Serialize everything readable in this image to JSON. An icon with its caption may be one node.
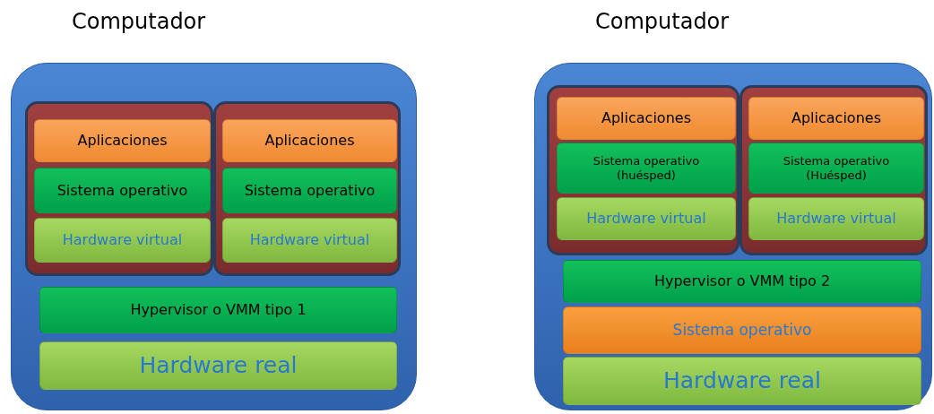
{
  "diagram": {
    "nodes": [
      {
        "text": [
          "Computador"
        ]
      },
      {
        "text": [],
        "shape": "box",
        "in": 0
      },
      {
        "text": [
          "Aplicaciones"
        ],
        "in": 1
      },
      {
        "text": [
          "Sistema operativo"
        ],
        "in": 1
      },
      {
        "text": [
          "Hardware virtual"
        ],
        "in": 1
      },
      {
        "text": [],
        "shape": "box",
        "in": 0
      },
      {
        "text": [
          "Aplicaciones"
        ],
        "in": 5
      },
      {
        "text": [
          "Sistema operativo"
        ],
        "in": 5
      },
      {
        "text": [
          "Hardware virtual"
        ],
        "in": 5
      },
      {
        "text": [
          "Hypervisor o VMM tipo 1"
        ],
        "in": 0
      },
      {
        "text": [
          "Hardware real"
        ],
        "in": 0
      },
      {
        "text": [
          "Computador"
        ]
      },
      {
        "text": [],
        "shape": "box",
        "in": 11
      },
      {
        "text": [
          "Aplicaciones"
        ],
        "in": 12
      },
      {
        "text": [
          "Sistema operativo (huésped)"
        ],
        "in": 12
      },
      {
        "text": [
          "Hardware virtual"
        ],
        "in": 12
      },
      {
        "text": [],
        "shape": "box",
        "in": 11
      },
      {
        "text": [
          "Aplicaciones"
        ],
        "in": 16
      },
      {
        "text": [
          "Sistema operativo (Huésped)"
        ],
        "in": 16
      },
      {
        "text": [
          "Hardware virtual"
        ],
        "in": 16
      },
      {
        "text": [
          "Hypervisor o VMM tipo 2"
        ],
        "in": 11
      },
      {
        "text": [
          "Sistema operativo"
        ],
        "in": 11
      },
      {
        "text": [
          "Hardware real"
        ],
        "in": 11
      }
    ]
  }
}
